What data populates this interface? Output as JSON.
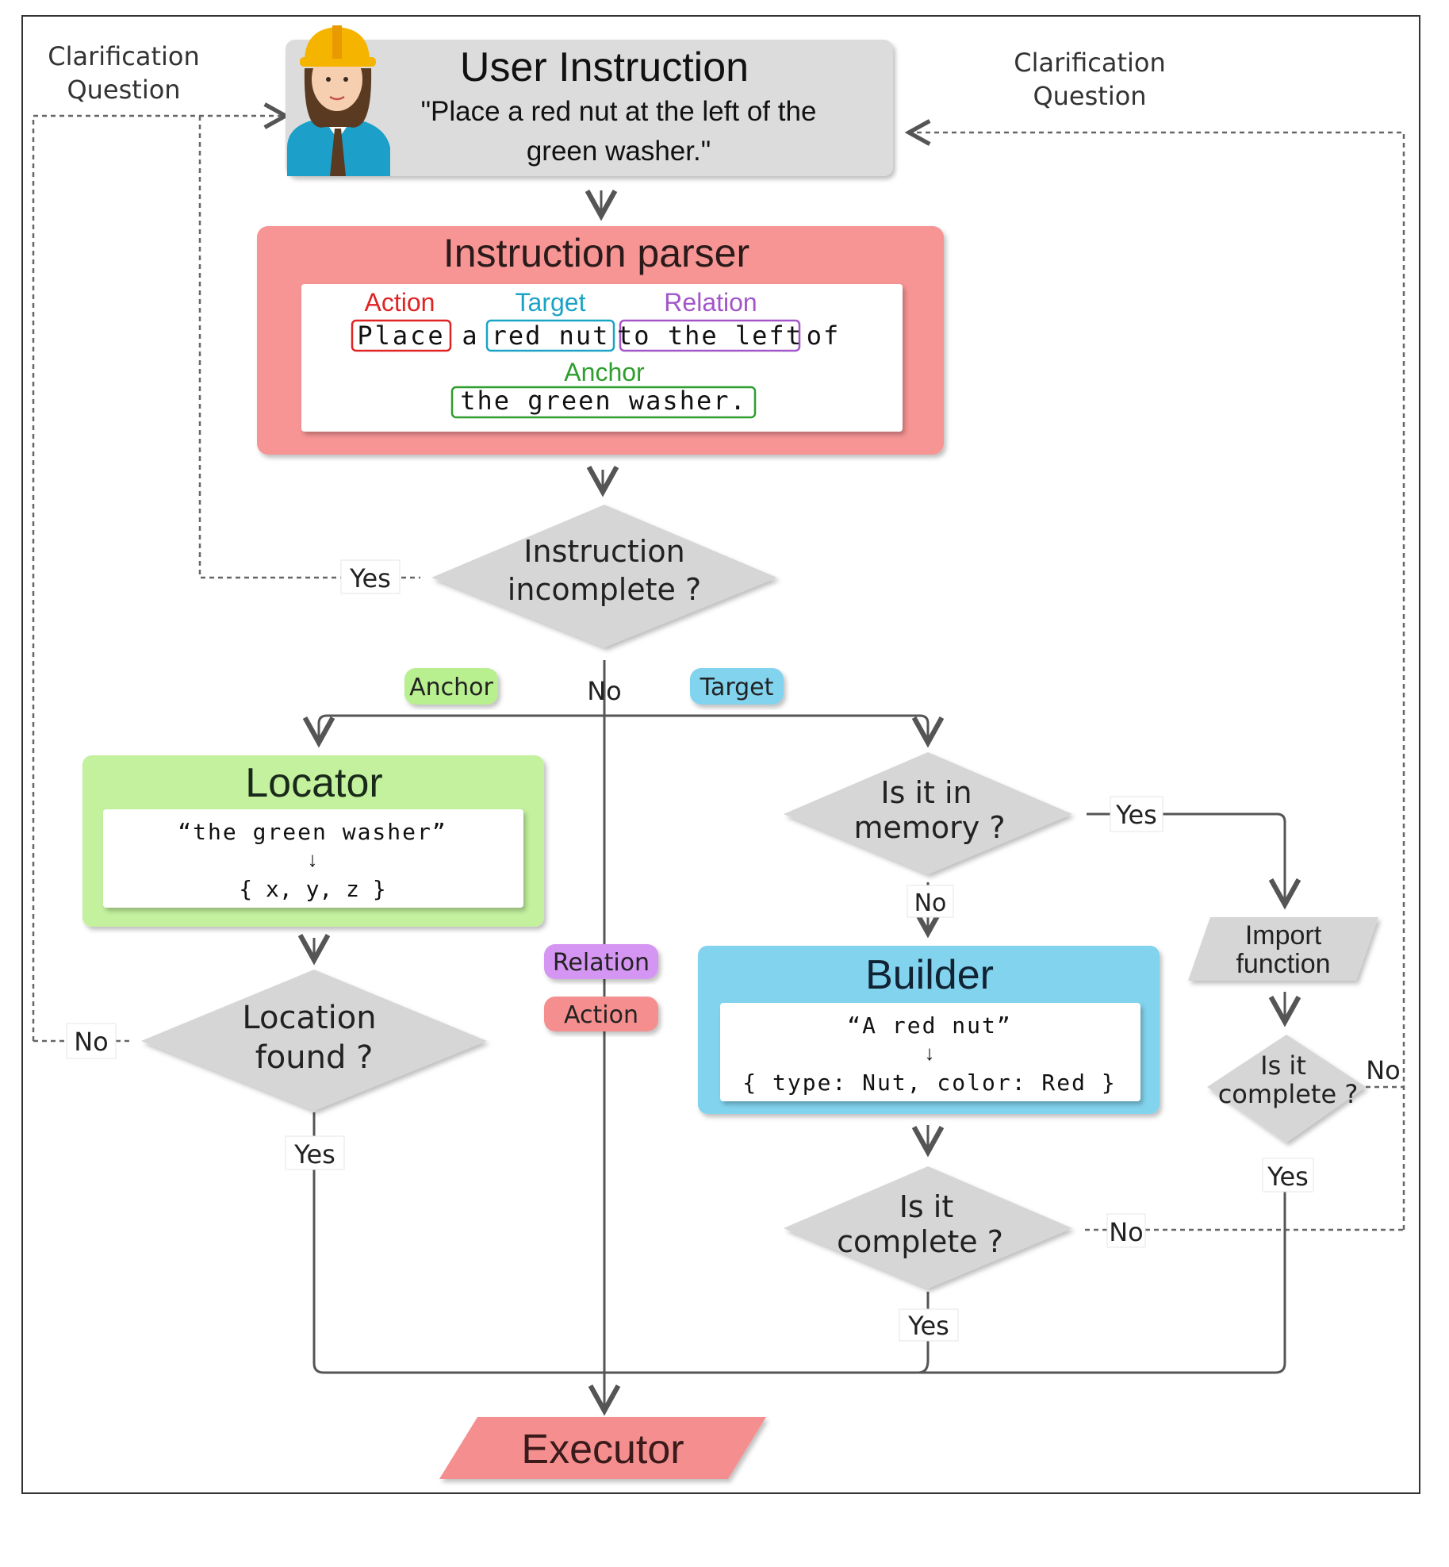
{
  "top_left_label": [
    "Clarification",
    "Question"
  ],
  "top_right_label": [
    "Clarification",
    "Question"
  ],
  "user_instruction": {
    "title": "User Instruction",
    "line1": "\"Place a red nut at the left of the",
    "line2": "green washer.\""
  },
  "parser": {
    "title": "Instruction parser",
    "tag_action": "Action",
    "tag_target": "Target",
    "tag_relation": "Relation",
    "tag_anchor": "Anchor",
    "word_place": "Place",
    "word_a": "a",
    "word_red_nut": "red nut",
    "word_to_left": "to the left",
    "word_of": "of",
    "word_green_washer": "the green washer."
  },
  "decision_incomplete": [
    "Instruction",
    "incomplete ?"
  ],
  "labels": {
    "yes_incomplete": "Yes",
    "no_incomplete": "No",
    "anchor_chip": "Anchor",
    "target_chip": "Target",
    "relation_chip": "Relation",
    "action_chip": "Action",
    "yes_memory": "Yes",
    "no_memory": "No",
    "no_location": "No",
    "yes_location": "Yes",
    "no_import": "No",
    "yes_import": "Yes",
    "no_builder": "No",
    "yes_builder": "Yes"
  },
  "locator": {
    "title": "Locator",
    "input": "“the green washer”",
    "arrow": "↓",
    "output": "{ x, y, z }"
  },
  "decision_memory": [
    "Is it in",
    "memory ?"
  ],
  "decision_location": [
    "Location",
    "found ?"
  ],
  "builder": {
    "title": "Builder",
    "input": "“A red nut”",
    "arrow": "↓",
    "output": "{ type: Nut, color: Red }"
  },
  "import_function": [
    "Import",
    "function"
  ],
  "decision_import_complete": [
    "Is it",
    "complete ?"
  ],
  "decision_builder_complete": [
    "Is it",
    "complete ?"
  ],
  "executor": "Executor",
  "colors": {
    "parser_bg": "#f79494",
    "locator_bg": "#c3f19e",
    "builder_bg": "#82d3ee",
    "gray_bg": "#dcdcdc",
    "action": "#e02424",
    "target": "#1ba3c6",
    "relation": "#a256c9",
    "anchor": "#2e9e2e"
  }
}
